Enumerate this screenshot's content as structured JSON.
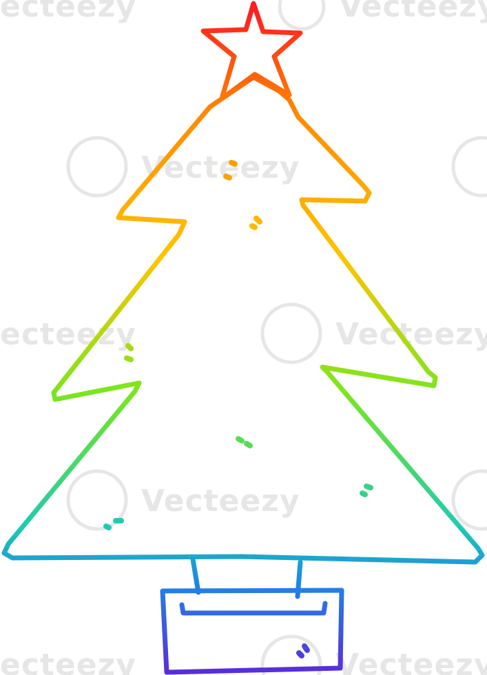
{
  "watermark": {
    "text": "Vecteezy",
    "text_partial_left": "ecteezy",
    "color": "#e6e6e6"
  },
  "illustration": {
    "subject": "christmas-tree-line-drawing",
    "gradient_stops": [
      "#ff1f1f",
      "#ff8a00",
      "#ffc400",
      "#7be61e",
      "#1ecbb0",
      "#1e88e5",
      "#5a2bd9"
    ],
    "star_color": "#ff2a1a",
    "background": "#ffffff"
  }
}
